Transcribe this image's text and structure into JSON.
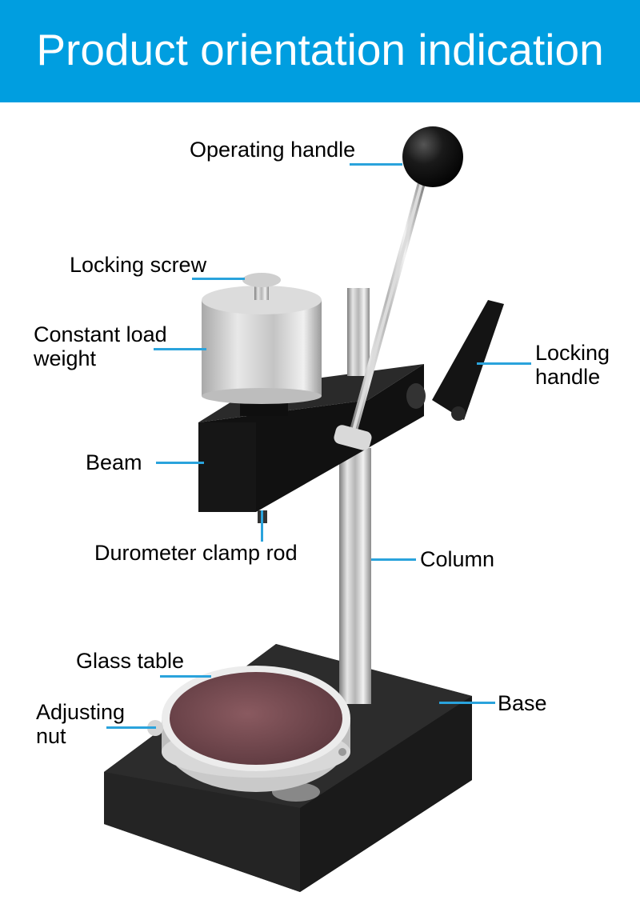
{
  "banner": {
    "title": "Product orientation indication",
    "background_color": "#009ee0",
    "text_color": "#ffffff"
  },
  "diagram": {
    "subject": "Durometer test stand",
    "leader_color": "#2aa3dc",
    "labels": {
      "operating_handle": "Operating handle",
      "locking_screw": "Locking screw",
      "constant_load_weight_line1": "Constant load",
      "constant_load_weight_line2": "weight",
      "locking_handle_line1": "Locking",
      "locking_handle_line2": "handle",
      "beam": "Beam",
      "durometer_clamp_rod": "Durometer clamp rod",
      "column": "Column",
      "glass_table": "Glass table",
      "adjusting_nut_line1": "Adjusting",
      "adjusting_nut_line2": "nut",
      "base": "Base"
    }
  }
}
